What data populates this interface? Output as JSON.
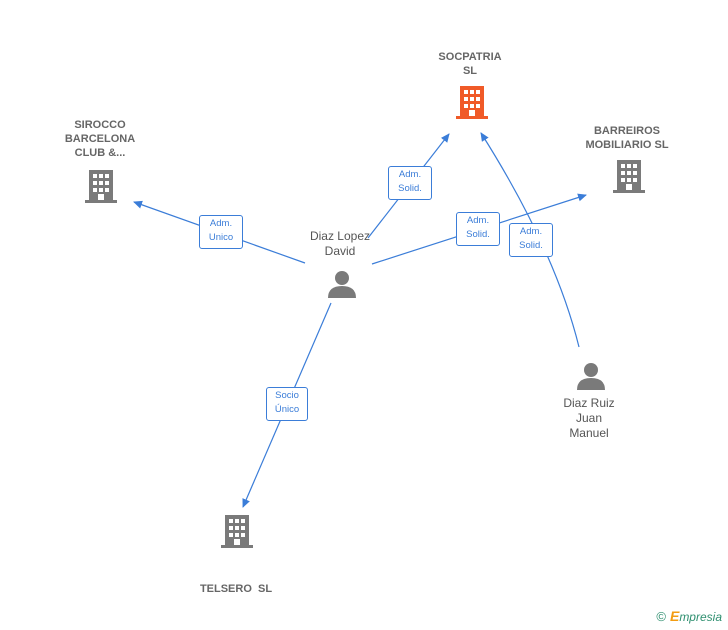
{
  "nodes": {
    "socpatria": {
      "label_line1": "SOCPATRIA",
      "label_line2": "SL",
      "color": "#f05a28"
    },
    "sirocco": {
      "label_line1": "SIROCCO",
      "label_line2": "BARCELONA",
      "label_line3": "CLUB &...",
      "color": "#7a7a7a"
    },
    "barreiros": {
      "label_line1": "BARREIROS",
      "label_line2": "MOBILIARIO SL",
      "color": "#7a7a7a"
    },
    "telsero": {
      "label": "TELSERO  SL",
      "color": "#7a7a7a"
    },
    "diaz_lopez": {
      "label_line1": "Diaz Lopez",
      "label_line2": "David"
    },
    "diaz_ruiz": {
      "label_line1": "Diaz Ruiz",
      "label_line2": "Juan",
      "label_line3": "Manuel"
    }
  },
  "edges": {
    "to_sirocco": {
      "line1": "Adm.",
      "line2": "Unico"
    },
    "to_socpatria": {
      "line1": "Adm.",
      "line2": "Solid."
    },
    "to_barreiros": {
      "line1": "Adm.",
      "line2": "Solid."
    },
    "ruiz_to_socpatria": {
      "line1": "Adm.",
      "line2": "Solid."
    },
    "to_telsero": {
      "line1": "Socio",
      "line2": "Único"
    }
  },
  "footer": {
    "copyright": "©",
    "brand_initial": "E",
    "brand_rest": "mpresia"
  },
  "colors": {
    "edge": "#3b7dd8",
    "company": "#7a7a7a",
    "highlight": "#f05a28",
    "person": "#7a7a7a"
  }
}
